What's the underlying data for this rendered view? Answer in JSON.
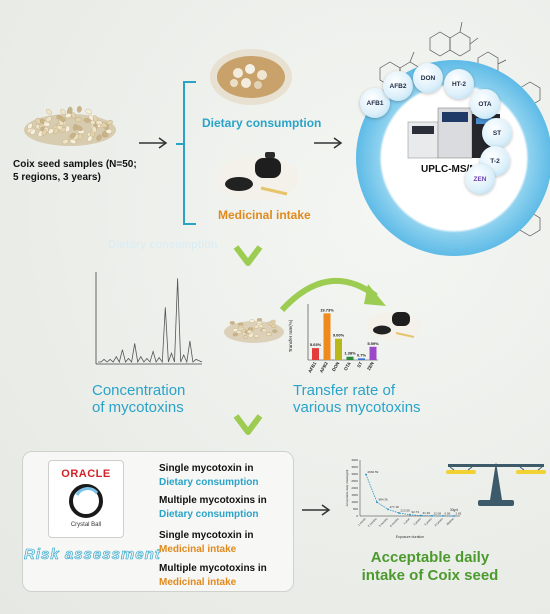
{
  "inputs": {
    "samples_label": "Coix seed samples (N=50;\n5 regions, 3 years)",
    "dietary_label": "Dietary consumption",
    "medicinal_label": "Medicinal intake",
    "faded_label": "Dietary consumption"
  },
  "instrument": {
    "label": "UPLC-MS/MS",
    "mycotoxins": [
      "AFB1",
      "AFB2",
      "DON",
      "HT-2",
      "OTA",
      "ST",
      "T-2",
      "ZEN"
    ]
  },
  "results": {
    "concentration_label": "Concentration\nof mycotoxins",
    "transfer_label": "Transfer rate of\nvarious mycotoxins"
  },
  "chart_data": [
    {
      "type": "line",
      "title": "",
      "xlabel": "",
      "ylabel": "",
      "x": [
        1,
        2,
        3,
        4,
        5,
        6,
        7,
        8,
        9,
        10,
        11,
        12,
        13,
        14,
        15,
        16
      ],
      "series": [
        {
          "values": [
            0.3,
            0.3,
            0.6,
            1.4,
            0.4,
            2.1,
            0.6,
            0.4,
            1.2,
            0.5,
            6.2,
            1.0,
            9.5,
            0.8,
            2.4,
            0.3
          ]
        }
      ],
      "grid": false
    },
    {
      "type": "bar",
      "ylabel": "Transfer rate(%)",
      "categories": [
        "AFB1",
        "AFB2",
        "DON",
        "OTA",
        "ST",
        "ZEN"
      ],
      "values": [
        5.03,
        19.73,
        9.0,
        1.38,
        0.7,
        5.59
      ],
      "labels": [
        "5.03%",
        "19.73%",
        "9.00%",
        "1.38%",
        "0.7%",
        "5.59%"
      ],
      "colors": [
        "#e23c3c",
        "#f08a1c",
        "#b8b81a",
        "#2a8a3a",
        "#3a6fd0",
        "#9b49c8"
      ],
      "ylim": [
        0,
        22
      ]
    },
    {
      "type": "line",
      "xlabel": "Exposure duration",
      "ylabel": "Acceptable daily intake(g/d)",
      "categories": [
        "1 month",
        "2 months",
        "3 months",
        "6 months",
        "1 year",
        "2 years",
        "5 years",
        "10 years",
        "lifetime"
      ],
      "values": [
        2960.59,
        984.36,
        477.18,
        213.59,
        92.73,
        31.36,
        12.08,
        6.56,
        2.65
      ],
      "labels": [
        "2960.59",
        "984.36",
        "477.18",
        "213.59",
        "92.73",
        "31.36",
        "12.08",
        "6.56",
        "2.65"
      ],
      "yticks": [
        "4000",
        "3500",
        "3000",
        "2500",
        "2000",
        "1500",
        "1000",
        "500",
        "0"
      ],
      "annotation": "30g/d"
    }
  ],
  "risk_assessment": {
    "logo_brand": "ORACLE",
    "logo_product": "Crystal Ball",
    "title": "Risk assessment",
    "items": [
      {
        "line1": "Single mycotoxin in",
        "line2": "Dietary consumption",
        "kind": "dietary"
      },
      {
        "line1": "Multiple mycotoxins in",
        "line2": "Dietary consumption",
        "kind": "dietary"
      },
      {
        "line1": "Single mycotoxin in",
        "line2": "Medicinal intake",
        "kind": "medicinal"
      },
      {
        "line1": "Multiple mycotoxins in",
        "line2": "Medicinal intake",
        "kind": "medicinal"
      }
    ],
    "result_label": "Acceptable daily\nintake of Coix seed"
  }
}
